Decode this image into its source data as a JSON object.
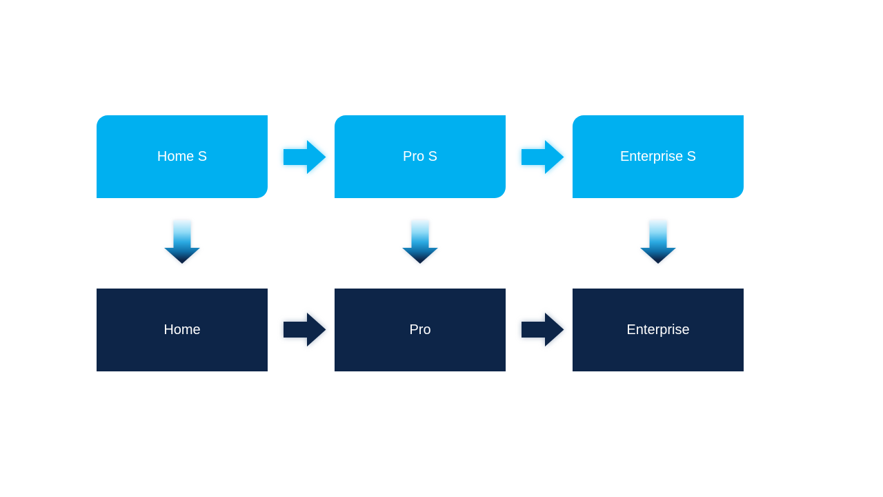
{
  "diagram": {
    "columns": [
      {
        "top": "Home S",
        "bottom": "Home"
      },
      {
        "top": "Pro S",
        "bottom": "Pro"
      },
      {
        "top": "Enterprise S",
        "bottom": "Enterprise"
      }
    ],
    "colors": {
      "light_blue": "#00B0F0",
      "dark_navy": "#0D2548",
      "text_white": "#FFFFFF",
      "canvas_white": "#FFFFFF"
    },
    "down_arrow_gradient": [
      "#EAF7FE",
      "#8EDAF6",
      "#2BAAE2",
      "#0F6FA8",
      "#0D2548"
    ]
  }
}
